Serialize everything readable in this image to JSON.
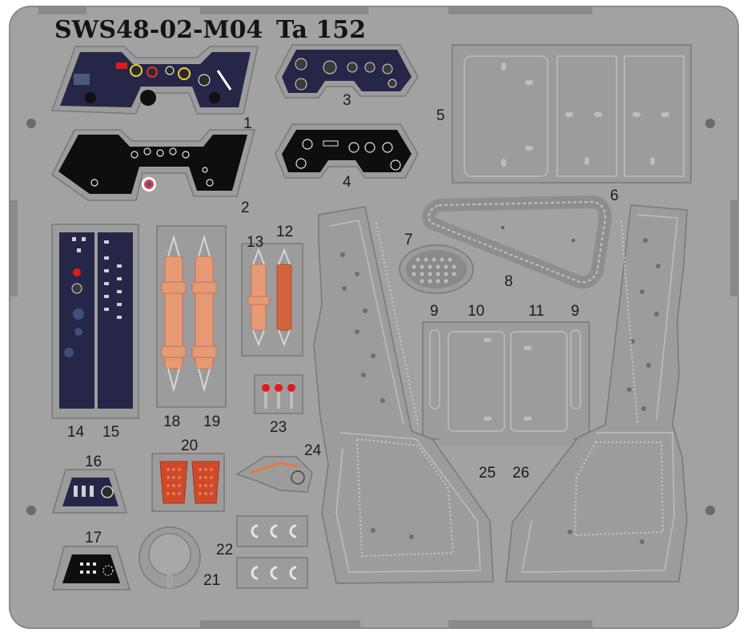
{
  "title": {
    "code": "SWS48-02-M04",
    "model": "Ta 152"
  },
  "part_numbers": {
    "p1": "1",
    "p2": "2",
    "p3": "3",
    "p4": "4",
    "p5": "5",
    "p6": "6",
    "p7": "7",
    "p8": "8",
    "p9a": "9",
    "p9b": "9",
    "p10": "10",
    "p11": "11",
    "p12": "12",
    "p13": "13",
    "p14": "14",
    "p15": "15",
    "p16": "16",
    "p17": "17",
    "p18": "18",
    "p19": "19",
    "p20": "20",
    "p21": "21",
    "p22": "22",
    "p23": "23",
    "p24": "24",
    "p25": "25",
    "p26": "26"
  },
  "colors": {
    "fret": "#a2a2a2",
    "part": "#9c9c9c",
    "instrument_panel": "#262648",
    "black_panel": "#0e0e10",
    "harness": "#e79a76",
    "red_knob": "#e01b1b"
  }
}
